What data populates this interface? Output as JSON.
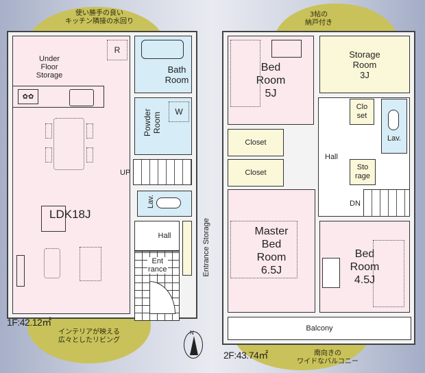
{
  "floor1": {
    "area_label": "1F:42.12㎡",
    "callout_top": [
      "使い勝手の良い",
      "キッチン隣接の水回り"
    ],
    "callout_bottom": [
      "インテリアが映える",
      "広々としたリビング"
    ],
    "rooms": {
      "under_floor_storage": [
        "Under",
        "Floor",
        "Storage"
      ],
      "fridge": "R",
      "bath_room": [
        "Bath",
        "Room"
      ],
      "powder_room": "Powder Room",
      "washer": "W",
      "ldk": "LDK18J",
      "up": "UP",
      "lav": "Lav.",
      "hall": "Hall",
      "entrance": [
        "Ent",
        "rance"
      ],
      "entrance_storage": "Entrance Storage"
    }
  },
  "floor2": {
    "area_label": "2F:43.74㎡",
    "callout_top": [
      "3帖の",
      "納戸付き"
    ],
    "callout_bottom": [
      "南向きの",
      "ワイドなバルコニー"
    ],
    "rooms": {
      "bed_room_5": [
        "Bed",
        "Room",
        "5J"
      ],
      "storage_room": [
        "Storage",
        "Room",
        "3J"
      ],
      "closet_1": "Closet",
      "closet_2": "Closet",
      "clo_set": [
        "Clo",
        "set"
      ],
      "lav": "Lav.",
      "hall": "Hall",
      "storage": [
        "Sto",
        "rage"
      ],
      "dn": "DN",
      "master_bed_room": [
        "Master",
        "Bed",
        "Room",
        "6.5J"
      ],
      "bed_room_45": [
        "Bed",
        "Room",
        "4.5J"
      ],
      "balcony": "Balcony"
    }
  },
  "compass": {
    "label": "N"
  },
  "colors": {
    "halo": "#c9c25a",
    "bedroom_pink": "#fbe9ee",
    "wet_blue": "#d6ecf6",
    "storage_cream": "#fbf8da"
  }
}
